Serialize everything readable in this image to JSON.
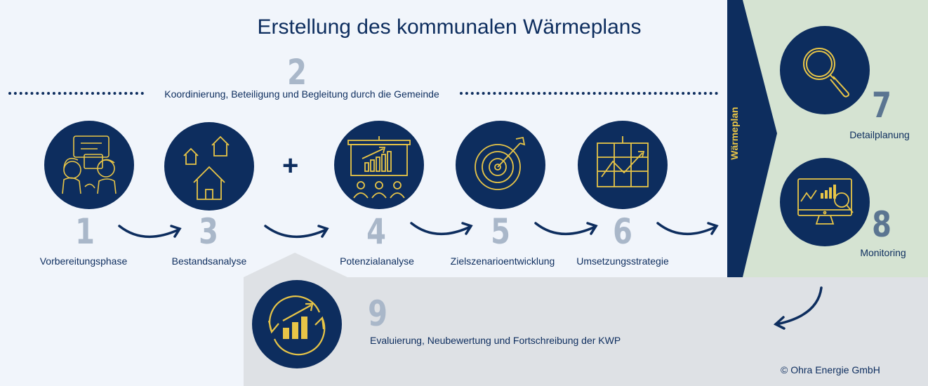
{
  "title": "Erstellung des kommunalen Wärmeplans",
  "coordination": {
    "number": "2",
    "label": "Koordinierung, Beteiligung und Begleitung durch die Gemeinde"
  },
  "plus": "+",
  "steps": [
    {
      "number": "1",
      "label": "Vorbereitungsphase",
      "icon": "dialogue-icon"
    },
    {
      "number": "3",
      "label": "Bestandsanalyse",
      "icon": "houses-icon"
    },
    {
      "number": "4",
      "label": "Potenzialanalyse",
      "icon": "presentation-icon"
    },
    {
      "number": "5",
      "label": "Zielszenarioentwicklung",
      "icon": "target-icon"
    },
    {
      "number": "6",
      "label": "Umsetzungsstrategie",
      "icon": "strategy-board-icon"
    }
  ],
  "waermeplan": "Wärmeplan",
  "right_steps": [
    {
      "number": "7",
      "label": "Detailplanung",
      "icon": "magnifier-icon"
    },
    {
      "number": "8",
      "label": "Monitoring",
      "icon": "monitor-icon"
    }
  ],
  "evaluation": {
    "number": "9",
    "label": "Evaluierung, Neubewertung und Fortschreibung der KWP",
    "icon": "cycle-chart-icon"
  },
  "copyright": "© Ohra Energie GmbH",
  "colors": {
    "navy": "#0d2d5e",
    "gold": "#e8c547",
    "number_gray": "#a9b7c9",
    "green_panel": "#d5e3d2",
    "gray_panel": "#dee1e5"
  }
}
